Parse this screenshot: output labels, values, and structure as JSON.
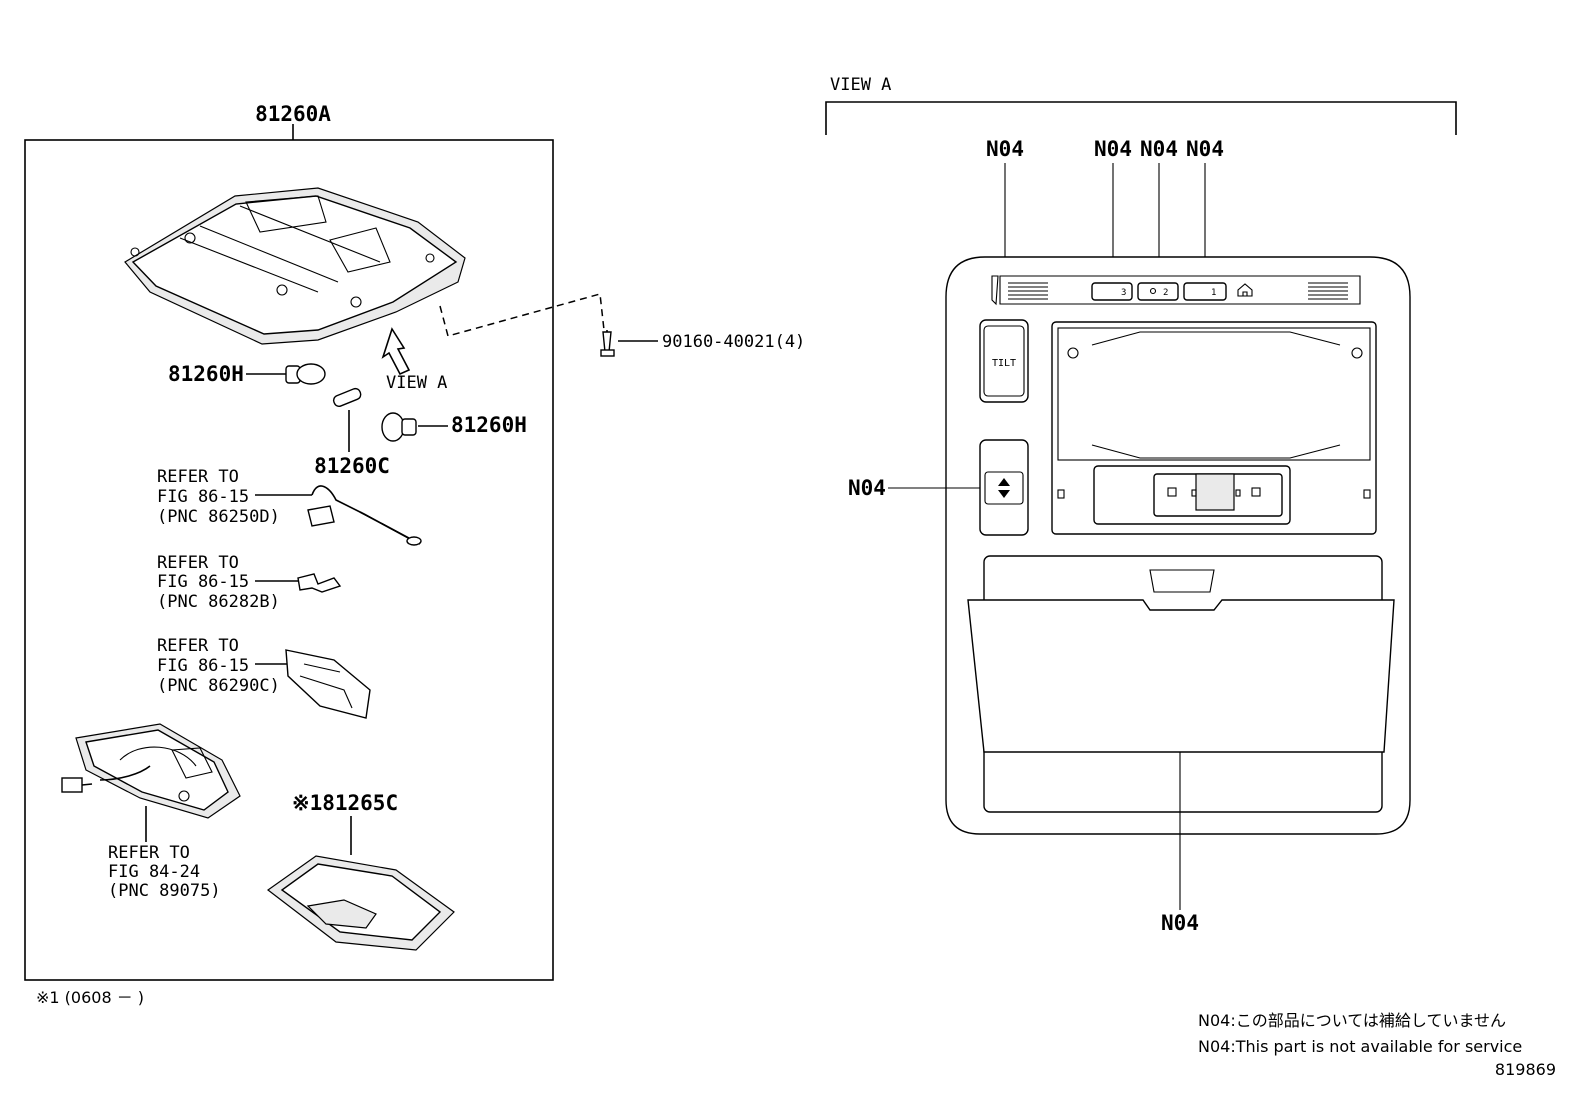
{
  "left_panel": {
    "assembly_label": "81260A",
    "screw_label": "90160-40021(4)",
    "bulb_left_label": "81260H",
    "bulb_right_label": "81260H",
    "bulb_center_label": "81260C",
    "view_a_arrow_label": "VIEW A",
    "refer1": {
      "line1": "REFER TO",
      "line2": "FIG 86-15",
      "line3": "(PNC 86250D)"
    },
    "refer2": {
      "line1": "REFER TO",
      "line2": "FIG 86-15",
      "line3": "(PNC 86282B)"
    },
    "refer3": {
      "line1": "REFER TO",
      "line2": "FIG 86-15",
      "line3": "(PNC 86290C)"
    },
    "refer4": {
      "line1": "REFER TO",
      "line2": "FIG 84-24",
      "line3": "(PNC 89075)"
    },
    "cover_label": "※181265C",
    "footnote": "※1 (0608 －     )"
  },
  "right_panel": {
    "view_title": "VIEW A",
    "n04_labels": [
      "N04",
      "N04",
      "N04",
      "N04",
      "N04",
      "N04"
    ],
    "button_texts": [
      "3",
      "2",
      "1"
    ],
    "tilt_text": "TILT"
  },
  "notes": {
    "japanese": "N04:この部品については補給していません",
    "english": "N04:This part is not available for service",
    "figure_id": "819869"
  }
}
